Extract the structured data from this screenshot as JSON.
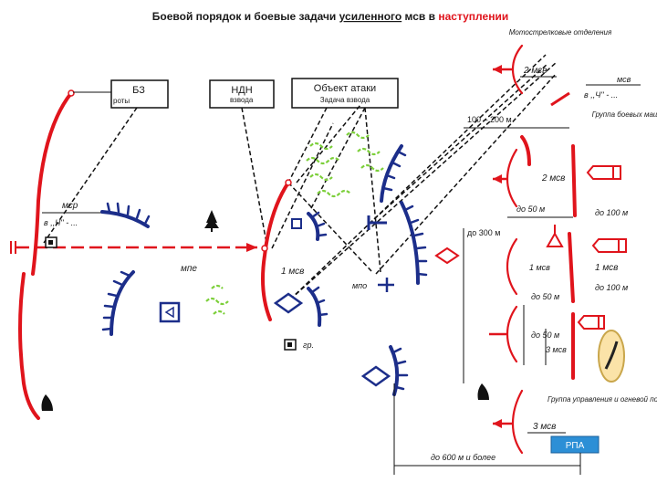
{
  "title": {
    "part1": "Боевой порядок и боевые задачи ",
    "part2": "усиленного",
    "part3": " мсв в ",
    "part4": "наступлении"
  },
  "boxes": {
    "bz": {
      "label": "БЗ",
      "sub": "роты"
    },
    "ndn": {
      "label": "НДН",
      "sub": "взвода"
    },
    "objective": {
      "label": "Объект атаки",
      "sub": "Задача взвода"
    },
    "rpa": {
      "label": "РПА"
    }
  },
  "labels": {
    "rifle_squads": "Мотострелковые отделения",
    "msv2": "2 мсв",
    "msv_top": "мсв",
    "h_top": "в ,,Ч'' - ...",
    "combat_vehicles": "Группа боевых машин",
    "d100_200": "100 – 200 м",
    "msv2b": "2 мсв",
    "to50_a": "до 50 м",
    "to100_a": "до 100 м",
    "to300": "до 300 м",
    "msv1_right": "1 мсв",
    "msv1_center": "1 мсв",
    "to100_b": "до 100 м",
    "to50_b": "до 50 м",
    "to50_c": "до 50 м",
    "msv3_mid": "3 мсв",
    "command_group": "Группа управления и огневой поддержки",
    "msv3_bottom": "3 мсв",
    "to600": "до 600 м и более",
    "msr": "мср",
    "h_left": "в ,,Ч'' - ...",
    "mpe": "мпе",
    "mpo": "мпо",
    "gr": "гр."
  },
  "colors": {
    "own_forces": "#e0141c",
    "enemy": "#1c2e8a",
    "terrain": "#7ccf3a"
  }
}
